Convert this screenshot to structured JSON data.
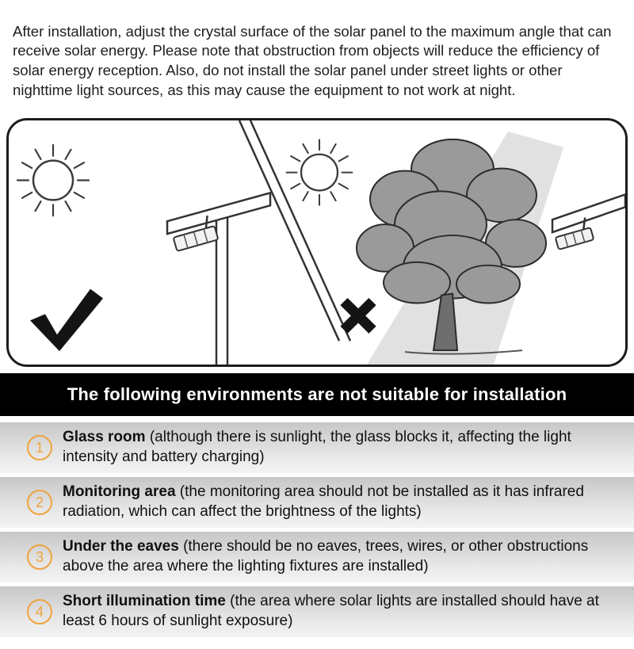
{
  "intro": {
    "text": "After installation, adjust the crystal surface of the solar panel to the maximum angle that can receive solar energy. Please note that obstruction from objects will reduce the efficiency of solar energy reception. Also, do not install the solar panel under street lights or other nighttime light sources, as this may cause the equipment to not work at night."
  },
  "illustration": {
    "description": "Correct placement in open sunlight (check mark) versus placement blocked by a tree (cross mark)",
    "correct_mark": "✓",
    "incorrect_mark": "✕"
  },
  "banner": {
    "text": "The following environments are not suitable for installation",
    "background": "#000000",
    "text_color": "#ffffff"
  },
  "list": {
    "accent_color": "#efa33c",
    "items": [
      {
        "number": "1",
        "title": "Glass room",
        "body": "(although there is sunlight, the glass blocks it, affecting the light intensity and battery charging)"
      },
      {
        "number": "2",
        "title": "Monitoring area",
        "body": "(the monitoring area should not be installed as it has infrared radiation, which can affect the brightness of the lights)"
      },
      {
        "number": "3",
        "title": "Under the eaves",
        "body": "(there should be no eaves, trees, wires, or other obstructions above the area where the lighting fixtures are installed)"
      },
      {
        "number": "4",
        "title": "Short illumination time",
        "body": "(the area where solar lights are installed should have at least 6 hours of sunlight exposure)"
      }
    ]
  }
}
